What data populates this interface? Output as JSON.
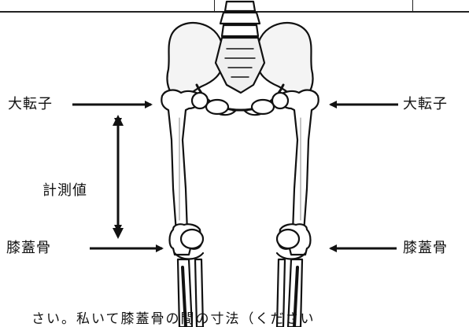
{
  "labels": {
    "greater_trochanter_left": "大転子",
    "greater_trochanter_right": "大転子",
    "measurement": "計測値",
    "patella_left": "膝蓋骨",
    "patella_right": "膝蓋骨"
  },
  "caption": "さい。私いて膝蓋骨の間の寸法（ください"
}
